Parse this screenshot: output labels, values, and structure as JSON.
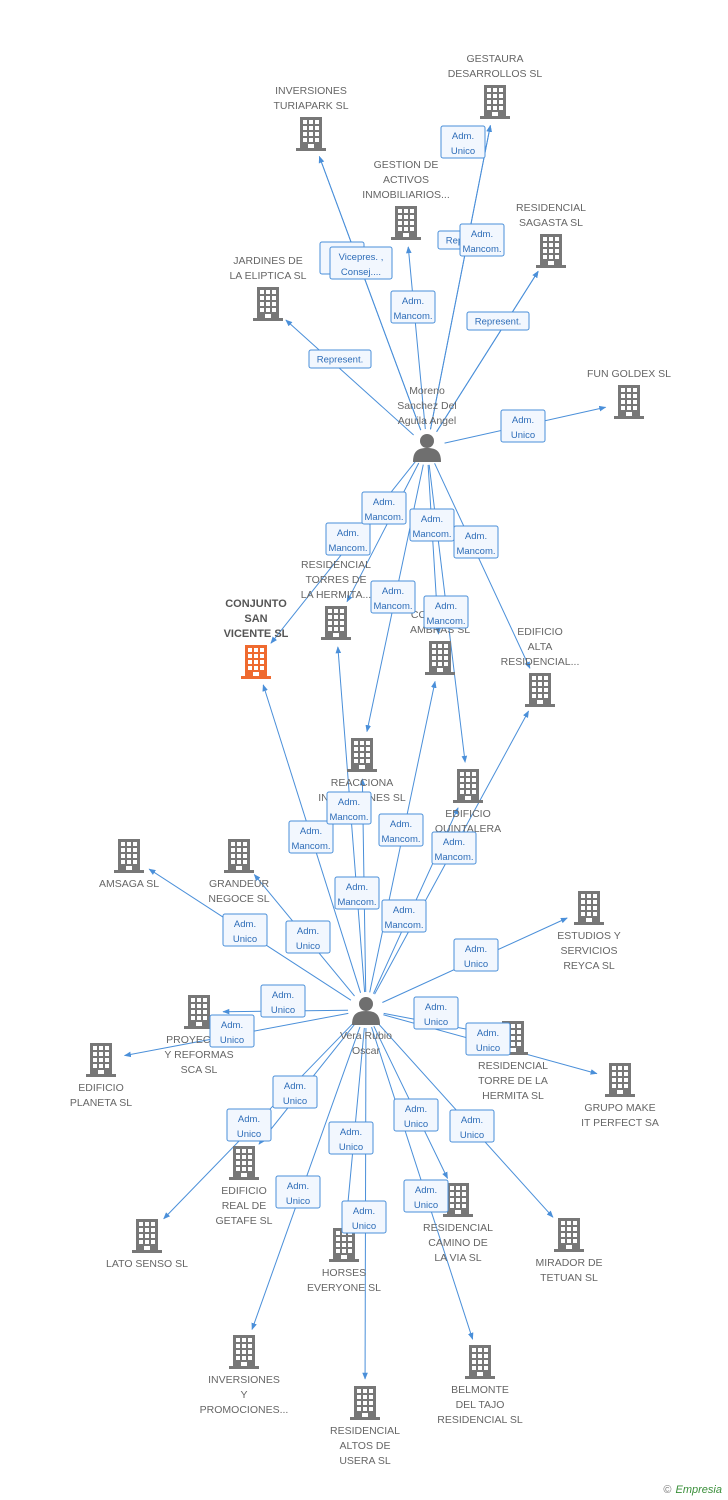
{
  "colors": {
    "edge": "#4a8fd9",
    "building": "#777777",
    "highlight": "#ef6a2f",
    "person": "#6f6f6f"
  },
  "nodes": [
    {
      "id": "gestaura",
      "type": "company",
      "label": [
        "GESTAURA",
        "DESARROLLOS SL"
      ]
    },
    {
      "id": "turiapark",
      "type": "company",
      "label": [
        "INVERSIONES",
        "TURIAPARK SL"
      ]
    },
    {
      "id": "gestion",
      "type": "company",
      "label": [
        "GESTION DE",
        "ACTIVOS",
        "INMOBILIARIOS..."
      ]
    },
    {
      "id": "sagasta",
      "type": "company",
      "label": [
        "RESIDENCIAL",
        "SAGASTA SL"
      ]
    },
    {
      "id": "eliptica",
      "type": "company",
      "label": [
        "JARDINES DE",
        "LA ELIPTICA SL"
      ]
    },
    {
      "id": "fungoldex",
      "type": "company",
      "label": [
        "FUN GOLDEX SL"
      ]
    },
    {
      "id": "moreno",
      "type": "person",
      "label": [
        "Moreno",
        "Sanchez Del",
        "Aguila Angel"
      ]
    },
    {
      "id": "conjunto",
      "type": "company",
      "highlight": true,
      "label": [
        "CONJUNTO",
        "SAN",
        "VICENTE SL"
      ]
    },
    {
      "id": "torres",
      "type": "company",
      "label": [
        "RESIDENCIAL",
        "TORRES DE",
        "LA HERMITA..."
      ]
    },
    {
      "id": "conjamb",
      "type": "company",
      "label": [
        "CONJUNTO",
        "AMBRAS SL"
      ]
    },
    {
      "id": "alta",
      "type": "company",
      "label": [
        "EDIFICIO",
        "ALTA",
        "RESIDENCIAL..."
      ]
    },
    {
      "id": "reacciona",
      "type": "company",
      "label": [
        "REACCIONA",
        "INVERSIONES SL"
      ]
    },
    {
      "id": "quintalera",
      "type": "company",
      "label": [
        "EDIFICIO",
        "QUINTALERA"
      ]
    },
    {
      "id": "amsaga",
      "type": "company",
      "label": [
        "AMSAGA SL"
      ]
    },
    {
      "id": "grandeur",
      "type": "company",
      "label": [
        "GRANDEUR",
        "NEGOCE SL"
      ]
    },
    {
      "id": "reyca",
      "type": "company",
      "label": [
        "ESTUDIOS Y",
        "SERVICIOS",
        "REYCA SL"
      ]
    },
    {
      "id": "vera",
      "type": "person",
      "label": [
        "Vera Rubio",
        "Oscar"
      ]
    },
    {
      "id": "proyectos",
      "type": "company",
      "label": [
        "PROYECTOS",
        "Y REFORMAS",
        "SCA SL"
      ]
    },
    {
      "id": "planeta",
      "type": "company",
      "label": [
        "EDIFICIO",
        "PLANETA SL"
      ]
    },
    {
      "id": "torrehermita",
      "type": "company",
      "label": [
        "RESIDENCIAL",
        "TORRE DE LA",
        "HERMITA SL"
      ]
    },
    {
      "id": "grupomake",
      "type": "company",
      "label": [
        "GRUPO MAKE",
        "IT PERFECT SA"
      ]
    },
    {
      "id": "getafe",
      "type": "company",
      "label": [
        "EDIFICIO",
        "REAL DE",
        "GETAFE SL"
      ]
    },
    {
      "id": "latosenso",
      "type": "company",
      "label": [
        "LATO SENSO SL"
      ]
    },
    {
      "id": "horses",
      "type": "company",
      "label": [
        "HORSES",
        "EVERYONE SL"
      ]
    },
    {
      "id": "camino",
      "type": "company",
      "label": [
        "RESIDENCIAL",
        "CAMINO DE",
        "LA VIA SL"
      ]
    },
    {
      "id": "tetuan",
      "type": "company",
      "label": [
        "MIRADOR DE",
        "TETUAN SL"
      ]
    },
    {
      "id": "invprom",
      "type": "company",
      "label": [
        "INVERSIONES",
        "Y",
        "PROMOCIONES..."
      ]
    },
    {
      "id": "altos",
      "type": "company",
      "label": [
        "RESIDENCIAL",
        "ALTOS DE",
        "USERA SL"
      ]
    },
    {
      "id": "belmonte",
      "type": "company",
      "label": [
        "BELMONTE",
        "DEL TAJO",
        "RESIDENCIAL SL"
      ]
    }
  ],
  "edges": [
    {
      "from": "moreno",
      "to": "gestaura",
      "label": [
        "Adm.",
        "Unico"
      ]
    },
    {
      "from": "moreno",
      "to": "turiapark",
      "label": [
        "Adm.",
        "Unico"
      ]
    },
    {
      "from": "moreno",
      "to": "gestion",
      "label": [
        "Adm.",
        "Mancom."
      ]
    },
    {
      "from": "moreno",
      "to": "sagasta",
      "label": [
        "Represent."
      ]
    },
    {
      "from": "moreno",
      "to": "eliptica",
      "label": [
        "Represent."
      ]
    },
    {
      "from": "moreno",
      "to": "gestaura",
      "label": [
        "Represent."
      ]
    },
    {
      "from": "moreno",
      "to": "turiapark",
      "label": [
        "Vicepres. ,",
        "Consej...."
      ]
    },
    {
      "from": "moreno",
      "to": "sagasta",
      "label": [
        "Adm.",
        "Mancom."
      ]
    },
    {
      "from": "moreno",
      "to": "fungoldex",
      "label": [
        "Adm.",
        "Unico"
      ]
    },
    {
      "from": "moreno",
      "to": "conjunto",
      "label": [
        "Adm.",
        "Mancom."
      ]
    },
    {
      "from": "moreno",
      "to": "torres",
      "label": [
        "Adm.",
        "Mancom."
      ]
    },
    {
      "from": "moreno",
      "to": "conjamb",
      "label": [
        "Adm.",
        "Mancom."
      ]
    },
    {
      "from": "moreno",
      "to": "alta",
      "label": [
        "Adm.",
        "Mancom."
      ]
    },
    {
      "from": "moreno",
      "to": "reacciona",
      "label": [
        "Adm.",
        "Mancom."
      ]
    },
    {
      "from": "moreno",
      "to": "quintalera",
      "label": [
        "Adm.",
        "Mancom."
      ]
    },
    {
      "from": "vera",
      "to": "conjunto",
      "label": [
        "Adm.",
        "Mancom."
      ]
    },
    {
      "from": "vera",
      "to": "reacciona",
      "label": [
        "Adm.",
        "Mancom."
      ]
    },
    {
      "from": "vera",
      "to": "torres",
      "label": [
        "Adm.",
        "Mancom."
      ]
    },
    {
      "from": "vera",
      "to": "conjamb",
      "label": [
        "Adm.",
        "Mancom."
      ]
    },
    {
      "from": "vera",
      "to": "alta",
      "label": [
        "Adm.",
        "Mancom."
      ]
    },
    {
      "from": "vera",
      "to": "quintalera",
      "label": [
        "Adm.",
        "Mancom."
      ]
    },
    {
      "from": "vera",
      "to": "amsaga",
      "label": [
        "Adm.",
        "Unico"
      ]
    },
    {
      "from": "vera",
      "to": "grandeur",
      "label": [
        "Adm.",
        "Unico"
      ]
    },
    {
      "from": "vera",
      "to": "reyca",
      "label": [
        "Adm.",
        "Unico"
      ]
    },
    {
      "from": "vera",
      "to": "proyectos",
      "label": [
        "Adm.",
        "Unico"
      ]
    },
    {
      "from": "vera",
      "to": "planeta",
      "label": [
        "Adm.",
        "Unico"
      ]
    },
    {
      "from": "vera",
      "to": "torrehermita",
      "label": [
        "Adm.",
        "Unico"
      ]
    },
    {
      "from": "vera",
      "to": "grupomake",
      "label": [
        "Adm.",
        "Unico"
      ]
    },
    {
      "from": "vera",
      "to": "getafe",
      "label": [
        "Adm.",
        "Unico"
      ]
    },
    {
      "from": "vera",
      "to": "latosenso",
      "label": [
        "Adm.",
        "Unico"
      ]
    },
    {
      "from": "vera",
      "to": "horses",
      "label": [
        "Adm.",
        "Unico"
      ]
    },
    {
      "from": "vera",
      "to": "camino",
      "label": [
        "Adm.",
        "Unico"
      ]
    },
    {
      "from": "vera",
      "to": "tetuan",
      "label": [
        "Adm.",
        "Unico"
      ]
    },
    {
      "from": "vera",
      "to": "invprom",
      "label": [
        "Adm.",
        "Unico"
      ]
    },
    {
      "from": "vera",
      "to": "altos",
      "label": [
        "Adm.",
        "Unico"
      ]
    },
    {
      "from": "vera",
      "to": "belmonte",
      "label": [
        "Adm.",
        "Unico"
      ]
    }
  ],
  "brand": {
    "copyright": "©",
    "name": "Empresia"
  }
}
